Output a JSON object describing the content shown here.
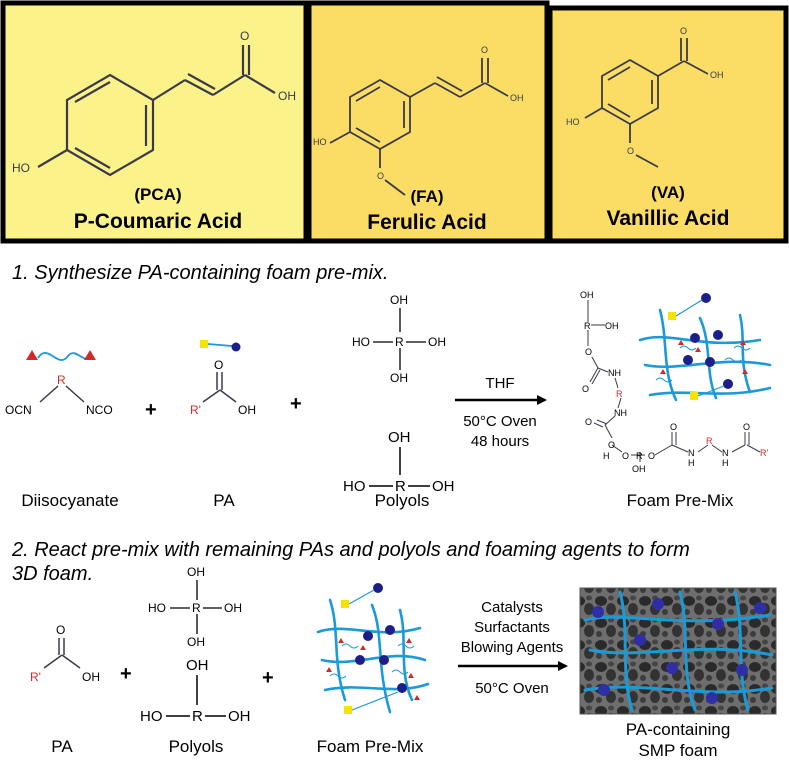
{
  "acids": [
    {
      "abbr": "(PCA)",
      "name": "P-Coumaric Acid",
      "color": "#fbf38a"
    },
    {
      "abbr": "(FA)",
      "name": "Ferulic Acid",
      "color": "#fbdc65"
    },
    {
      "abbr": "(VA)",
      "name": "Vanillic Acid",
      "color": "#fbdc65"
    }
  ],
  "atoms": {
    "ho": "HO",
    "oh": "OH",
    "o": "O",
    "ocn": "OCN",
    "nco": "NCO",
    "r": "R",
    "rp": "R'",
    "nh": "NH",
    "n": "N",
    "h": "H"
  },
  "step1": {
    "title": "1. Synthesize PA-containing foam pre-mix.",
    "labels": {
      "diisocyanate": "Diisocyanate",
      "pa": "PA",
      "polyols": "Polyols",
      "premix": "Foam Pre-Mix"
    },
    "conditions": [
      "THF",
      "50°C Oven",
      "48 hours"
    ]
  },
  "step2": {
    "title_line1": "2. React pre-mix with remaining PAs and polyols and foaming agents to form",
    "title_line2": "3D foam.",
    "labels": {
      "pa": "PA",
      "polyols": "Polyols",
      "premix": "Foam Pre-Mix",
      "product_line1": "PA-containing",
      "product_line2": "SMP foam"
    },
    "conditions": [
      "Catalysts",
      "Surfactants",
      "Blowing Agents",
      "50°C Oven"
    ]
  },
  "plus": "+",
  "colors": {
    "red": "#d22b2b",
    "blue": "#1a9ad6",
    "navy": "#1c1f8a",
    "yellow": "#f4e400",
    "bond": "#3a3a4a"
  }
}
